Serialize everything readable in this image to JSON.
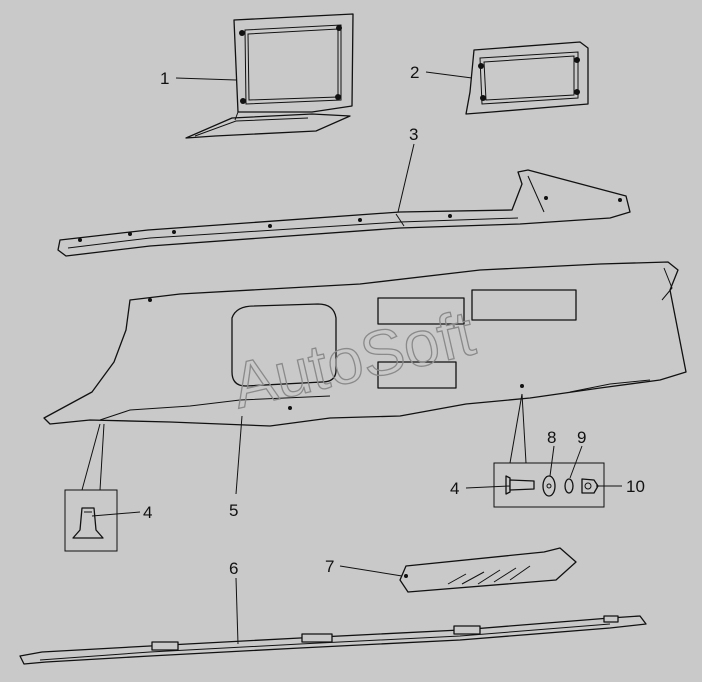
{
  "diagram": {
    "watermark": "AutoSoft",
    "callouts": [
      {
        "id": "c1",
        "label": "1"
      },
      {
        "id": "c2",
        "label": "2"
      },
      {
        "id": "c3",
        "label": "3"
      },
      {
        "id": "c4a",
        "label": "4"
      },
      {
        "id": "c5",
        "label": "5"
      },
      {
        "id": "c4b",
        "label": "4"
      },
      {
        "id": "c8",
        "label": "8"
      },
      {
        "id": "c9",
        "label": "9"
      },
      {
        "id": "c10",
        "label": "10"
      },
      {
        "id": "c6",
        "label": "6"
      },
      {
        "id": "c7",
        "label": "7"
      }
    ]
  }
}
